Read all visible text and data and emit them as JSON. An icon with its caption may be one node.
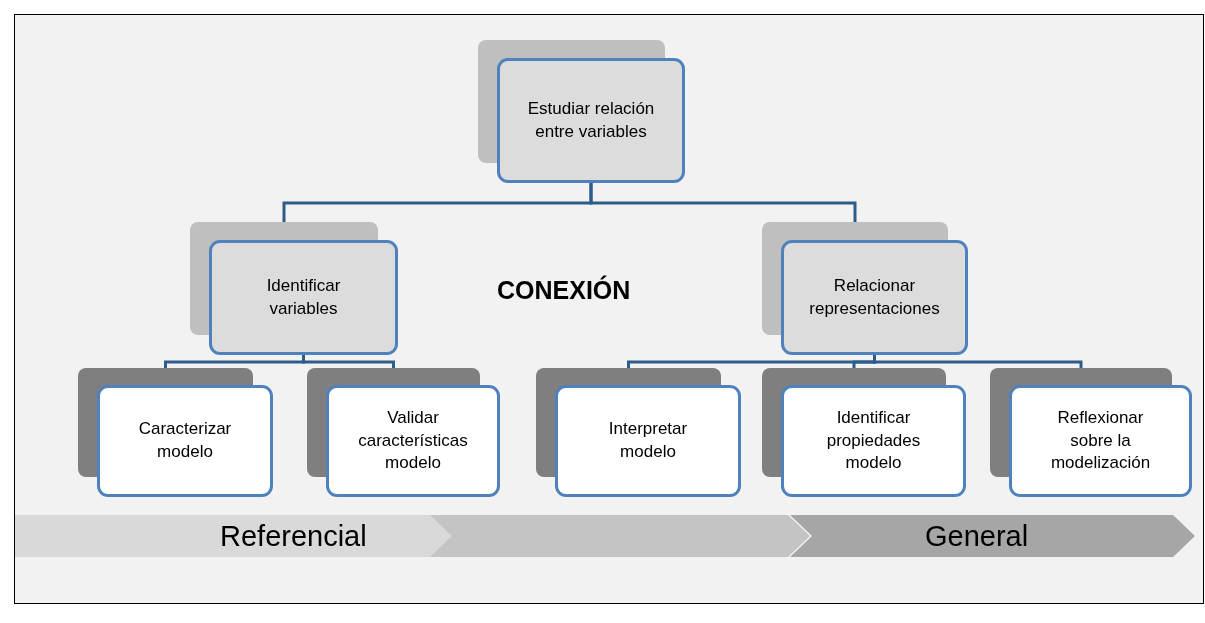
{
  "diagram": {
    "nodes": [
      {
        "text": [
          "Estudiar relación entre variables"
        ]
      },
      {
        "text": [
          "Identificar variables"
        ]
      },
      {
        "text": [
          "Relacionar representaciones"
        ]
      },
      {
        "text": [
          "Caracterizar modelo"
        ]
      },
      {
        "text": [
          "Validar características modelo"
        ]
      },
      {
        "text": [
          "Interpretar modelo"
        ]
      },
      {
        "text": [
          "Identificar propiedades modelo"
        ]
      },
      {
        "text": [
          "Reflexionar sobre la modelización"
        ]
      },
      {
        "text": [
          "Referencial"
        ]
      },
      {
        "text": [],
        "shape": "chevron"
      },
      {
        "text": [
          "General"
        ]
      }
    ],
    "edges": [
      {
        "from": 0,
        "to": 1,
        "arrow": "none"
      },
      {
        "from": 0,
        "to": 2,
        "arrow": "none"
      },
      {
        "from": 1,
        "to": 3,
        "arrow": "none"
      },
      {
        "from": 1,
        "to": 4,
        "arrow": "none"
      },
      {
        "from": 2,
        "to": 5,
        "arrow": "none"
      },
      {
        "from": 2,
        "to": 6,
        "arrow": "none"
      },
      {
        "from": 2,
        "to": 7,
        "arrow": "none"
      }
    ],
    "labels": [
      "CONEXIÓN"
    ]
  }
}
